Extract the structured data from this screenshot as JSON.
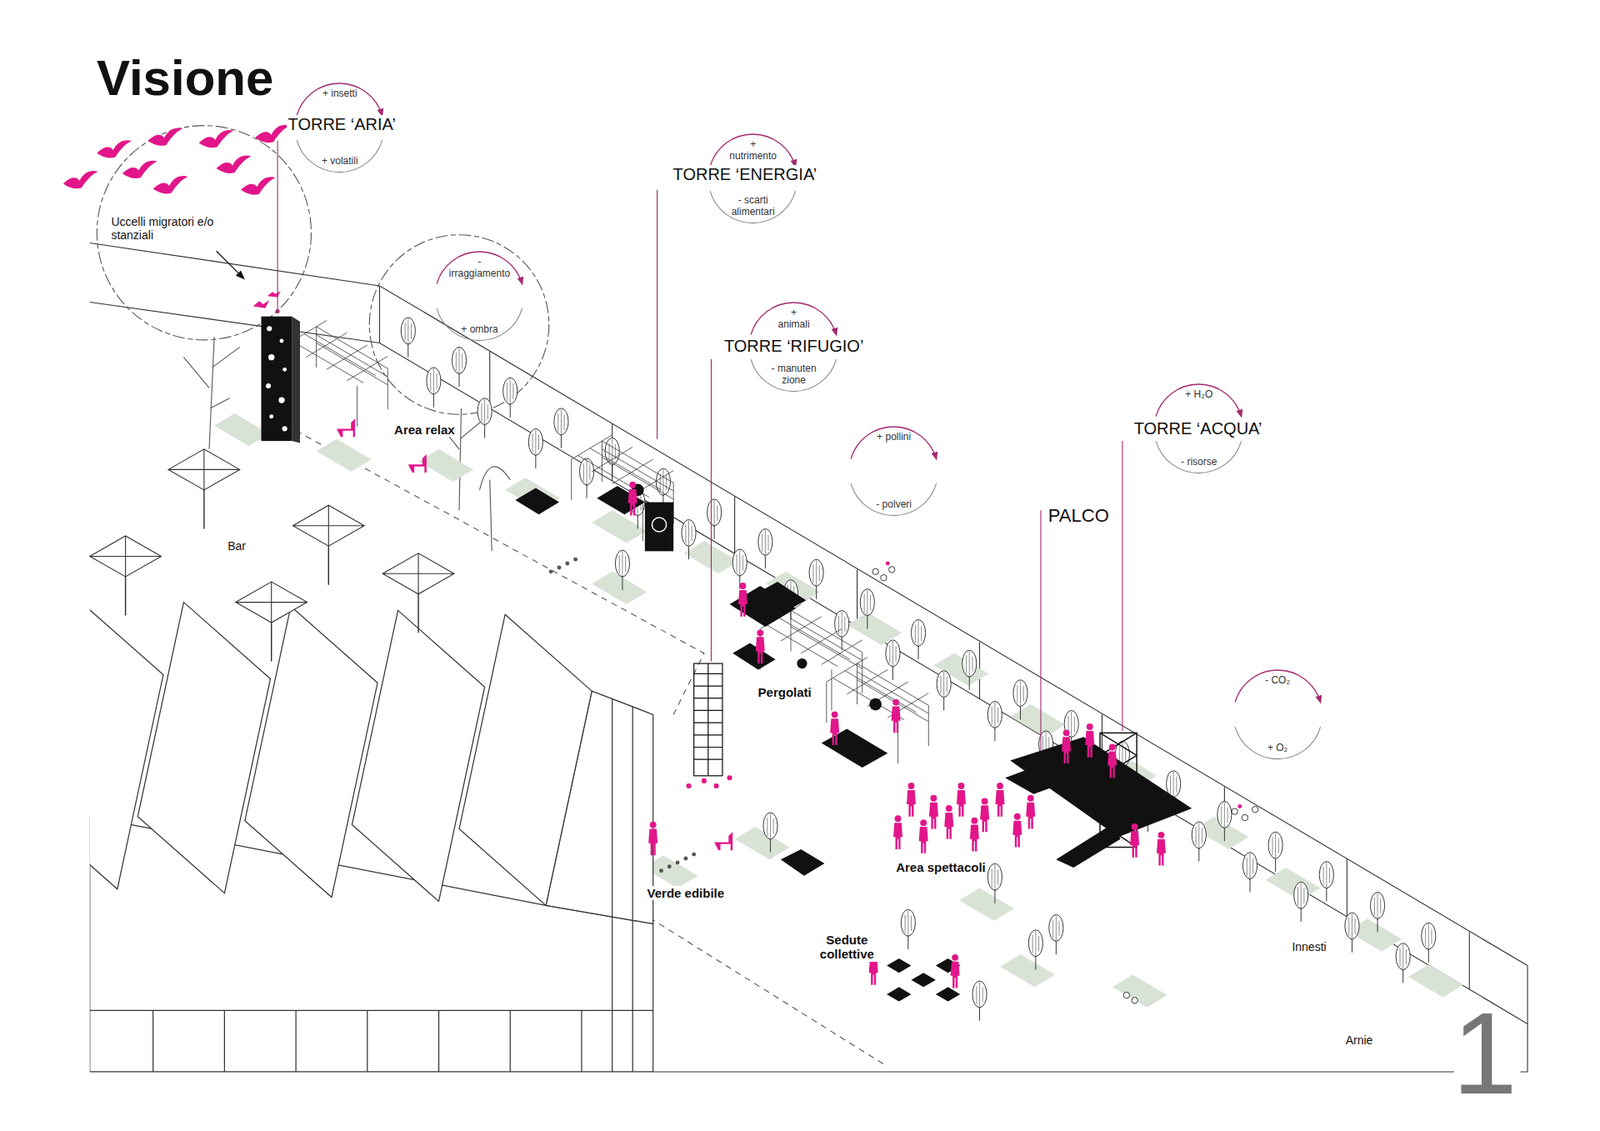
{
  "diagram": {
    "title": "Visione",
    "nodes": [
      {
        "text": [
          "+ insetti",
          "+ volatili"
        ]
      },
      {
        "text": [
          "+ nutrimento",
          "- scarti alimentari"
        ]
      },
      {
        "text": [
          "- irraggiamento",
          "+ ombra"
        ]
      },
      {
        "text": [
          "+ animali",
          "- manuten zione"
        ]
      },
      {
        "text": [
          "+ H₂O",
          "- risorse"
        ]
      },
      {
        "text": [
          "+ pollini",
          "- polveri"
        ]
      },
      {
        "text": [
          "- CO₂",
          "+ O₂"
        ]
      }
    ],
    "labels": [
      "TORRE ‘ARIA’",
      "TORRE ‘ENERGIA’",
      "Uccelli migratori e/o stanziali",
      "TORRE ‘RIFUGIO’",
      "TORRE ‘ACQUA’",
      "Area relax",
      "PALCO",
      "Bar",
      "Pergolati",
      "Area spettacoli",
      "Verde edibile",
      "Sedute collettive",
      "Innesti",
      "Arnie",
      "1"
    ]
  }
}
